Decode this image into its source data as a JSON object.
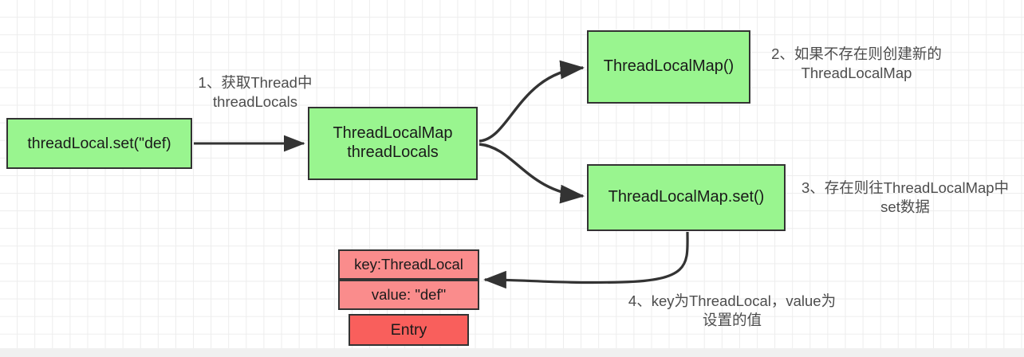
{
  "diagram": {
    "title": "ThreadLocal.set flow diagram",
    "colors": {
      "green_node": "#99F58F",
      "pink_node": "#FA8C8C",
      "red_node": "#F95F5C",
      "stroke": "#333333",
      "grid_line": "#ededed",
      "canvas": "#ffffff",
      "note_text": "#4d4d4d"
    },
    "nodes": {
      "threadlocal_set": "threadLocal.set(\"def)",
      "threadlocals": "ThreadLocalMap\nthreadLocals",
      "threadlocalmap_ctor": "ThreadLocalMap()",
      "threadlocalmap_set": "ThreadLocalMap.set()",
      "entry_key": "key:ThreadLocal",
      "entry_value": "value: \"def\"",
      "entry_label": "Entry"
    },
    "notes": {
      "step1": "1、获取Thread中\nthreadLocals",
      "step2": "2、如果不存在则创建新的\nThreadLocalMap",
      "step3": "3、存在则往ThreadLocalMap中\nset数据",
      "step4": "4、key为ThreadLocal，value为\n设置的值"
    },
    "edges": [
      {
        "name": "set-to-threadlocals",
        "from": "threadlocal_set",
        "to": "threadlocals",
        "style": "straight-arrow"
      },
      {
        "name": "threadlocals-to-ctor",
        "from": "threadlocals",
        "to": "threadlocalmap_ctor",
        "style": "curve-arrow"
      },
      {
        "name": "threadlocals-to-set",
        "from": "threadlocals",
        "to": "threadlocalmap_set",
        "style": "curve-arrow"
      },
      {
        "name": "set-to-entry",
        "from": "threadlocalmap_set",
        "to": "entry_value",
        "style": "curve-arrow"
      }
    ]
  }
}
